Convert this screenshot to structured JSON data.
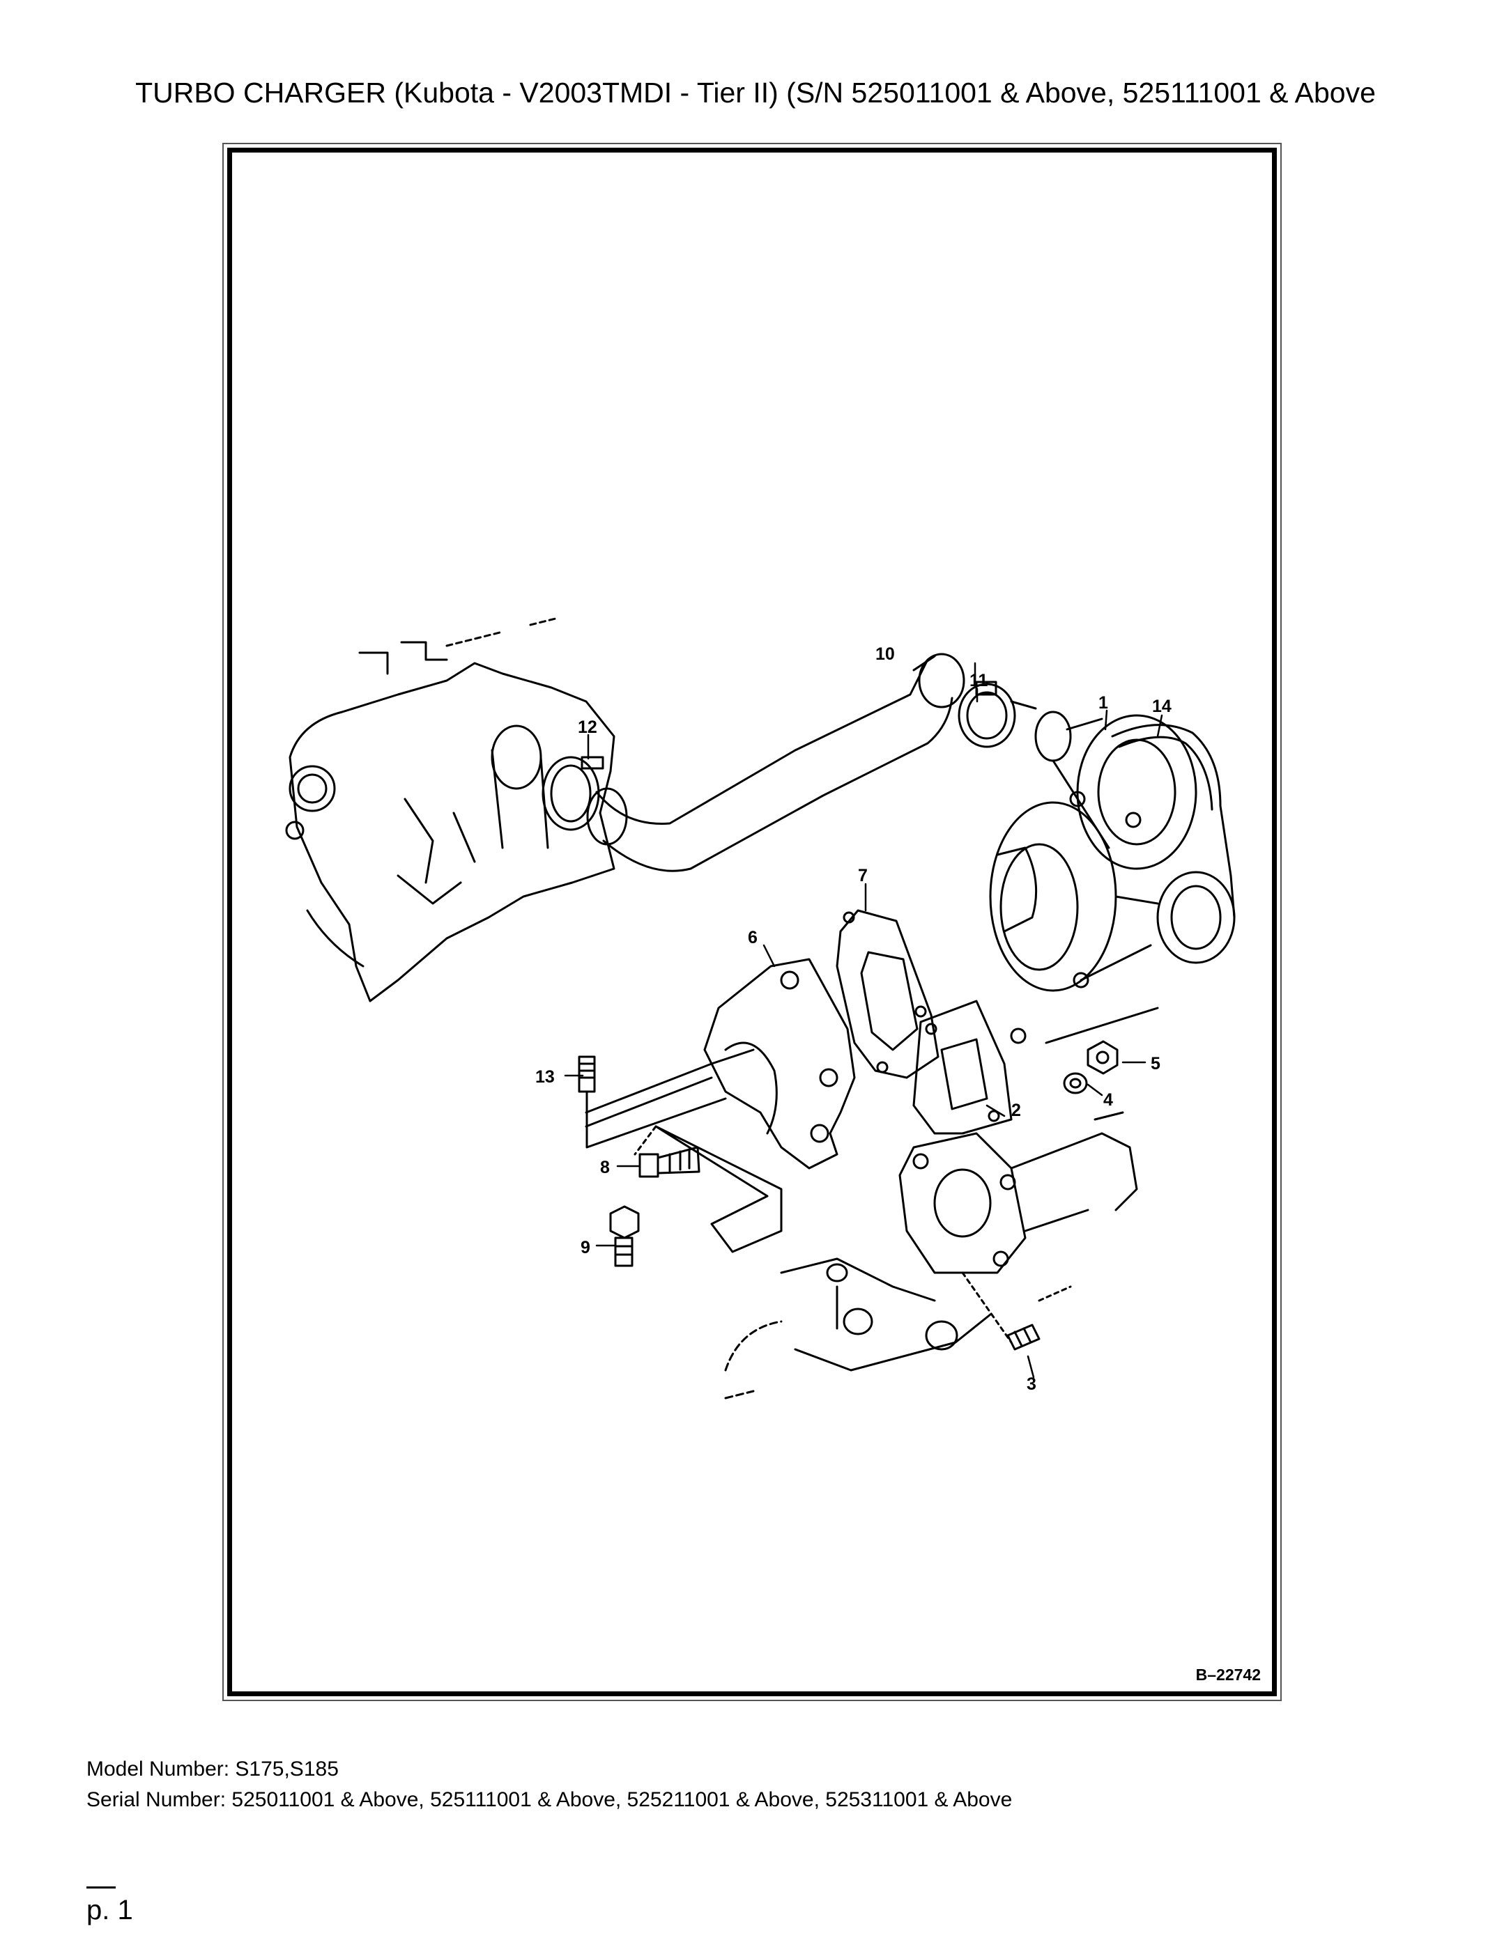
{
  "page": {
    "title": "TURBO CHARGER (Kubota - V2003TMDI - Tier II) (S/N 525011001 & Above, 525111001 & Above",
    "page_number": "p. 1"
  },
  "diagram": {
    "figure_code": "B–22742",
    "callouts": [
      "1",
      "2",
      "3",
      "4",
      "5",
      "6",
      "7",
      "8",
      "9",
      "10",
      "11",
      "12",
      "13",
      "14"
    ]
  },
  "footer": {
    "model_line": "Model Number: S175,S185",
    "serial_line": "Serial Number: 525011001 & Above, 525111001 & Above, 525211001 & Above, 525311001 & Above"
  }
}
